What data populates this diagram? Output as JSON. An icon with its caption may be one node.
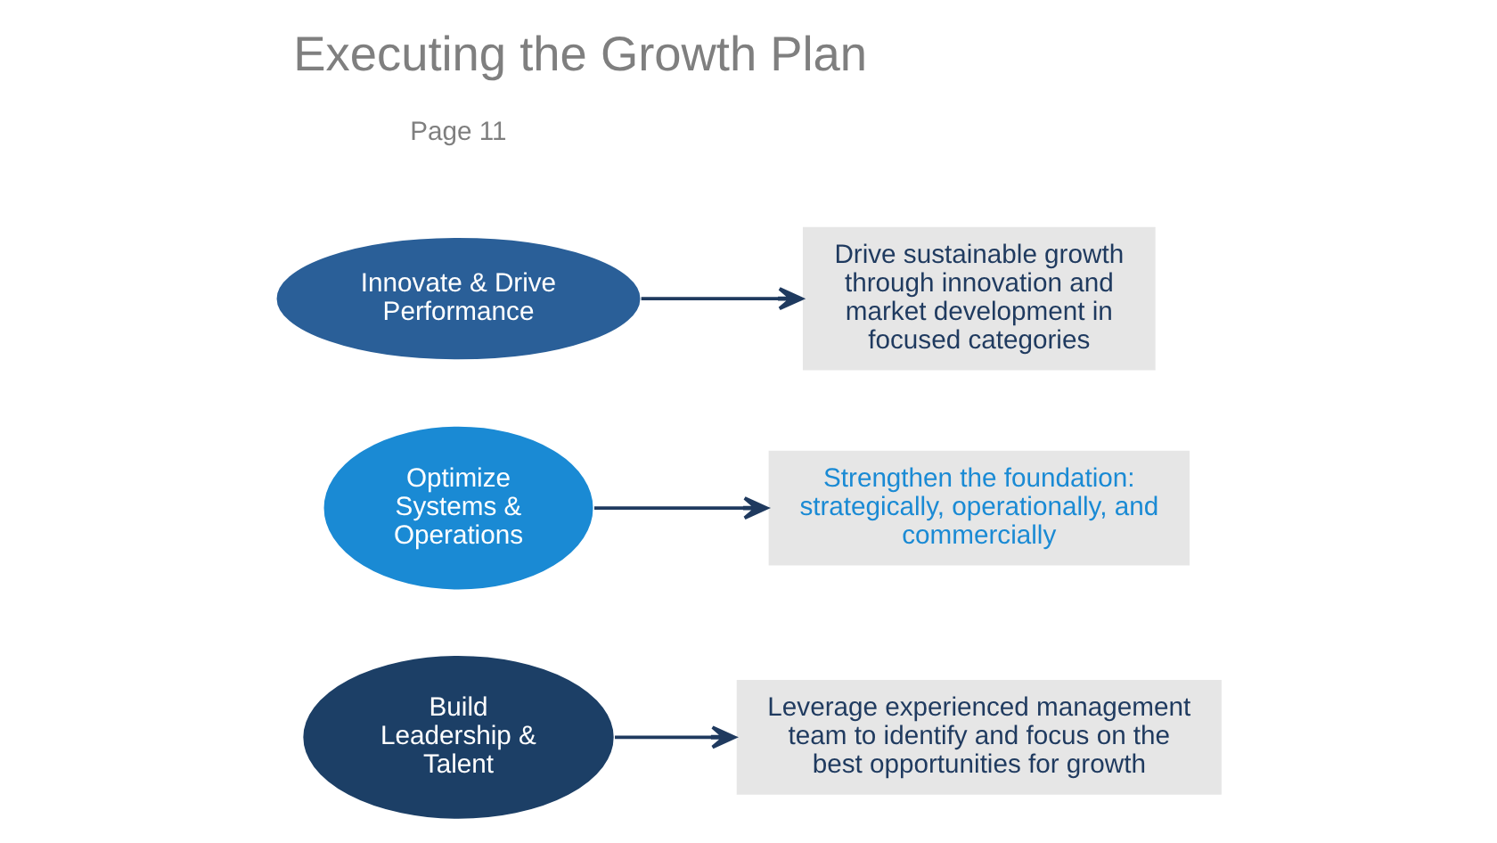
{
  "diagram": {
    "title": "Executing the Growth Plan",
    "nodes": [
      {
        "text": [
          "Build Leadership & Talent"
        ]
      },
      {
        "text": [
          "Optimize Systems & Operations"
        ]
      },
      {
        "text": [
          "Innovate & Drive Performance"
        ]
      },
      {
        "text": [
          "Leverage experienced management team to identify and focus on the best opportunities for growth"
        ]
      },
      {
        "text": [
          "Drive sustainable growth through innovation and market development in focused categories"
        ]
      },
      {
        "text": [
          "Strengthen the foundation: strategically, operationally, and commercially"
        ]
      }
    ],
    "edges": [
      {
        "from": 0,
        "to": 3,
        "arrow": "to"
      },
      {
        "from": 2,
        "to": 4,
        "arrow": "to"
      },
      {
        "from": 1,
        "to": 5,
        "arrow": "to"
      }
    ],
    "labels": [
      "Page 11"
    ]
  }
}
